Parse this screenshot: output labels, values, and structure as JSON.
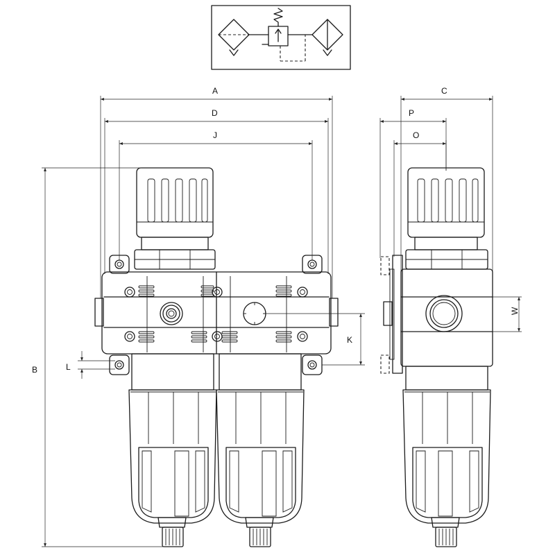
{
  "dimensions": {
    "A": "A",
    "B": "B",
    "C": "C",
    "D": "D",
    "J": "J",
    "K": "K",
    "L": "L",
    "O": "O",
    "P": "P",
    "W": "W"
  },
  "symbol": {
    "elements": [
      "filter",
      "pressure-regulator",
      "lubricator"
    ]
  },
  "views": [
    "front-view",
    "side-view"
  ]
}
